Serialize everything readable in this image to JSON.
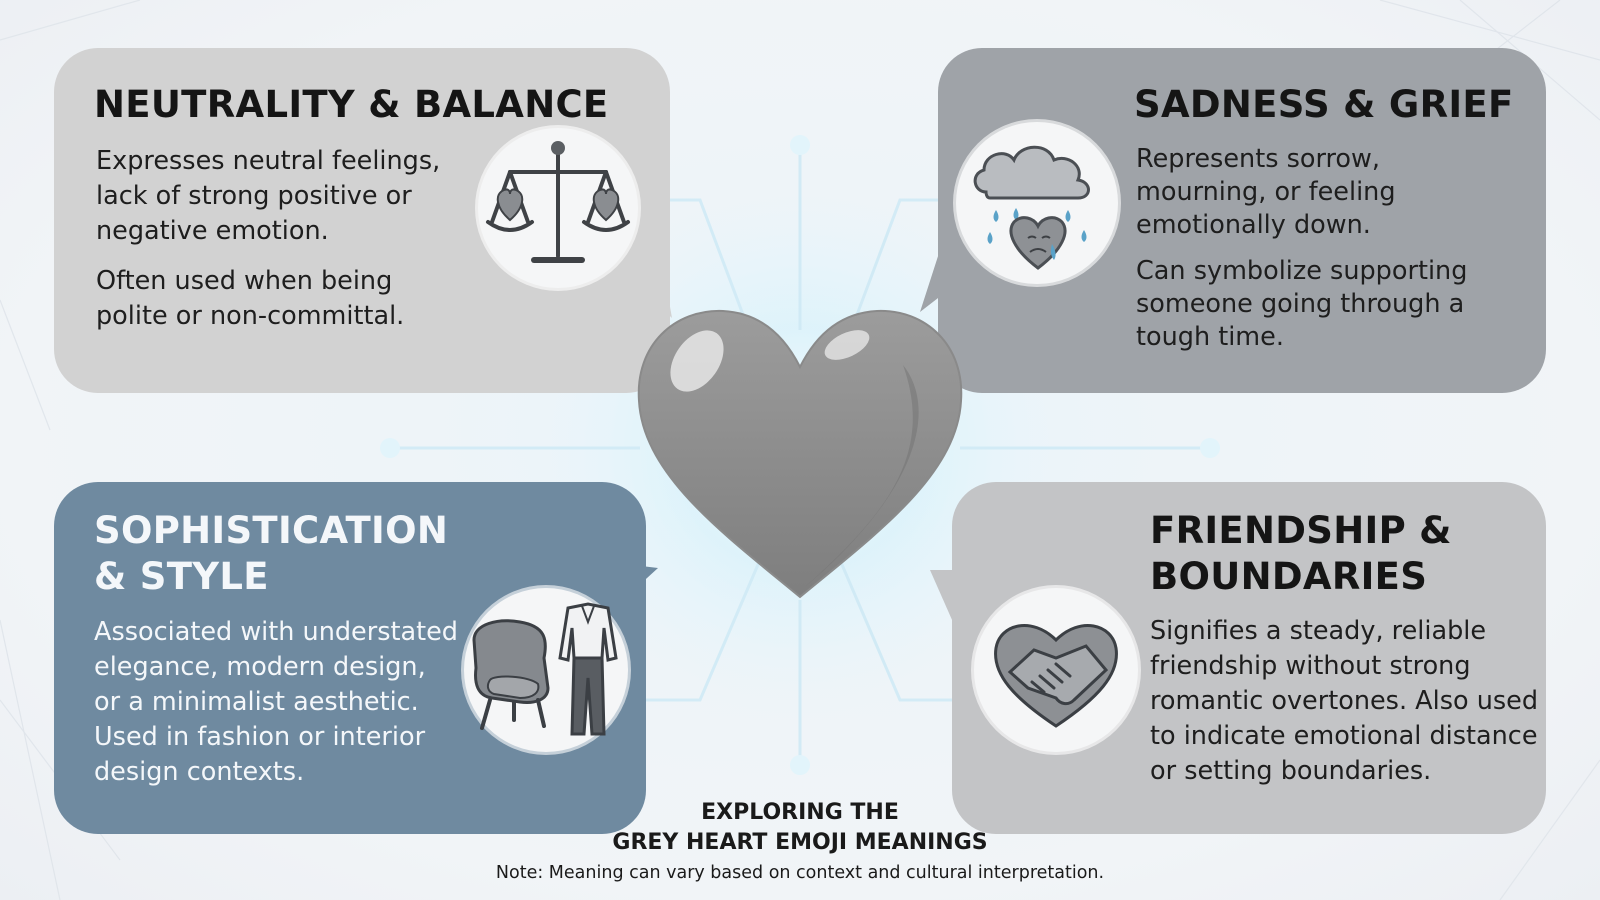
{
  "colors": {
    "neutral_card": "#d2d2d2",
    "sadness_card": "#9fa3a8",
    "style_card": "#6f8aa0",
    "friendship_card": "#c3c4c6",
    "heart": "#8f8f8f",
    "glow": "#cdeefa"
  },
  "cards": {
    "neutrality": {
      "title": "NEUTRALITY & BALANCE",
      "line1": "Expresses neutral feelings,",
      "line2": "lack of strong positive or",
      "line3": "negative emotion.",
      "line4": "Often used when being",
      "line5": "polite or non-committal.",
      "icon": "balance-scale-hearts-icon"
    },
    "sadness": {
      "title": "SADNESS & GRIEF",
      "line1": "Represents sorrow,",
      "line2": "mourning, or feeling",
      "line3": "emotionally down.",
      "line4": "Can symbolize supporting",
      "line5": "someone going through a",
      "line6": "tough time.",
      "icon": "rain-cloud-crying-heart-icon"
    },
    "style": {
      "title_line1": "SOPHISTICATION",
      "title_line2": "& STYLE",
      "line1": "Associated with understated",
      "line2": "elegance, modern design,",
      "line3": "or a minimalist aesthetic.",
      "line4": "Used in fashion or interior",
      "line5": "design contexts.",
      "icon": "armchair-suit-icon"
    },
    "friendship": {
      "title_line1": "FRIENDSHIP &",
      "title_line2": "BOUNDARIES",
      "line1": "Signifies a steady, reliable",
      "line2": "friendship without strong",
      "line3": "romantic overtones. Also used",
      "line4": "to indicate emotional distance",
      "line5": "or setting boundaries.",
      "icon": "handshake-heart-icon"
    }
  },
  "center": {
    "icon": "grey-heart-icon"
  },
  "footer": {
    "title_line1": "EXPLORING THE",
    "title_line2": "GREY HEART EMOJI MEANINGS",
    "note": "Note: Meaning can vary based on context and cultural interpretation."
  }
}
